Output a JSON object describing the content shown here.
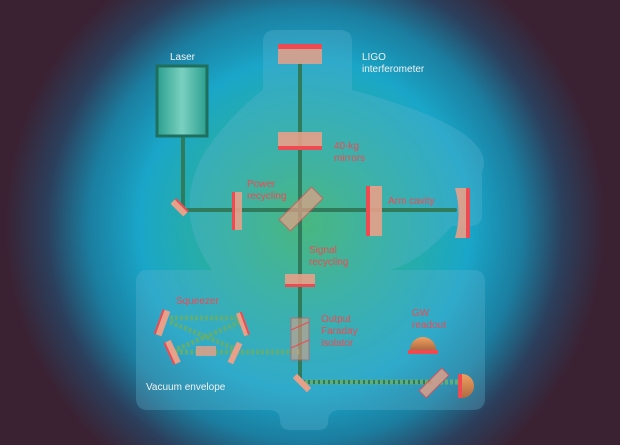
{
  "labels": {
    "laser": "Laser",
    "ligo": "LIGO\ninterferometer",
    "mirrors": "40-kg\nmirrors",
    "power_recycling": "Power\nrecycling",
    "arm_cavity": "Arm cavity",
    "signal_recycling": "Signal\nrecycling",
    "squeezer": "Squeezer",
    "output_faraday": "Output\nFaraday\nisolator",
    "gw_readout": "GW\nreadout",
    "vacuum_envelope": "Vacuum envelope"
  },
  "colors": {
    "background": "#3a2233",
    "glow_inner": "#3fb85a",
    "glow_outer": "#1aa6c8",
    "envelope_fill": "#5fb5cf",
    "beam": "#2f7b5c",
    "mirror_coating": "#ee4a52",
    "mirror_body": "#e8a088",
    "label_white": "#f2f2f2",
    "label_red": "#ee4a52",
    "squeezed_light": "#5fae7a"
  }
}
